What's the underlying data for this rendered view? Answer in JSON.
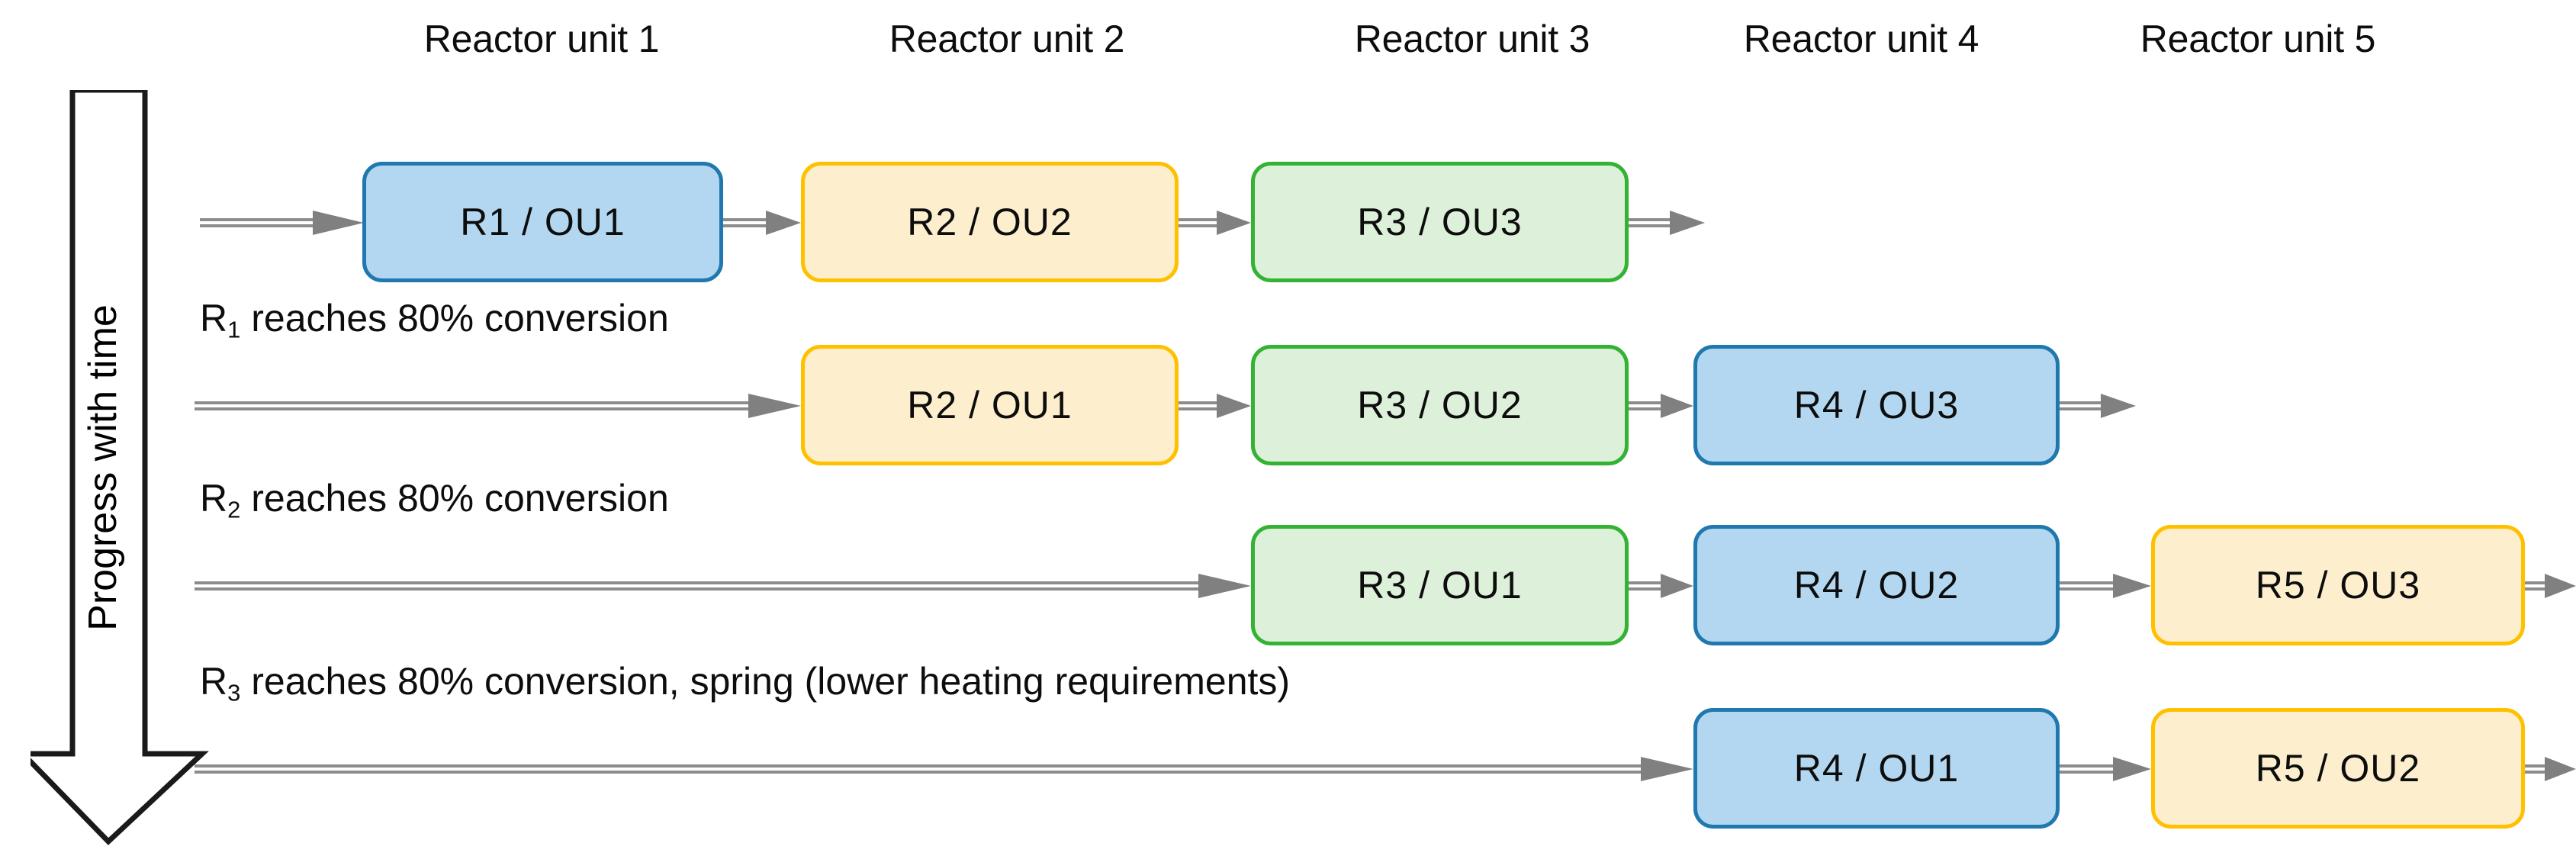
{
  "diagram": {
    "title_vertical": "Progress with time",
    "columns": [
      {
        "label": "Reactor unit 1"
      },
      {
        "label": "Reactor unit 2"
      },
      {
        "label": "Reactor unit 3"
      },
      {
        "label": "Reactor unit 4"
      },
      {
        "label": "Reactor unit 5"
      }
    ],
    "colors": {
      "blue_fill": "#b3d7f0",
      "blue_border": "#1f78ae",
      "yellow_fill": "#fdefcd",
      "yellow_border": "#ffc000",
      "green_fill": "#ddf0d9",
      "green_border": "#33b233",
      "arrow": "#808080",
      "progress_arrow_outline": "#000000"
    },
    "rows": [
      {
        "label": "",
        "label_parts": {
          "base": "",
          "sub": "",
          "rest": ""
        },
        "boxes": [
          {
            "text": "R1 / OU1",
            "color": "blue",
            "column": 1
          },
          {
            "text": "R2 / OU2",
            "color": "yellow",
            "column": 2
          },
          {
            "text": "R3 / OU3",
            "color": "green",
            "column": 3
          }
        ]
      },
      {
        "label": "R1 reaches 80% conversion",
        "label_parts": {
          "base": "R",
          "sub": "1",
          "rest": " reaches 80% conversion"
        },
        "boxes": [
          {
            "text": "R2 / OU1",
            "color": "yellow",
            "column": 2
          },
          {
            "text": "R3 / OU2",
            "color": "green",
            "column": 3
          },
          {
            "text": "R4 / OU3",
            "color": "blue",
            "column": 4
          }
        ]
      },
      {
        "label": "R2 reaches 80% conversion",
        "label_parts": {
          "base": "R",
          "sub": "2",
          "rest": " reaches 80% conversion"
        },
        "boxes": [
          {
            "text": "R3 / OU1",
            "color": "green",
            "column": 3
          },
          {
            "text": "R4 / OU2",
            "color": "blue",
            "column": 4
          },
          {
            "text": "R5 / OU3",
            "color": "yellow",
            "column": 5
          }
        ]
      },
      {
        "label": "R3 reaches 80% conversion, spring (lower heating requirements)",
        "label_parts": {
          "base": "R",
          "sub": "3",
          "rest": " reaches 80% conversion, spring (lower heating requirements)"
        },
        "boxes": [
          {
            "text": "R4 / OU1",
            "color": "blue",
            "column": 4
          },
          {
            "text": "R5 / OU2",
            "color": "yellow",
            "column": 5
          }
        ]
      }
    ]
  }
}
